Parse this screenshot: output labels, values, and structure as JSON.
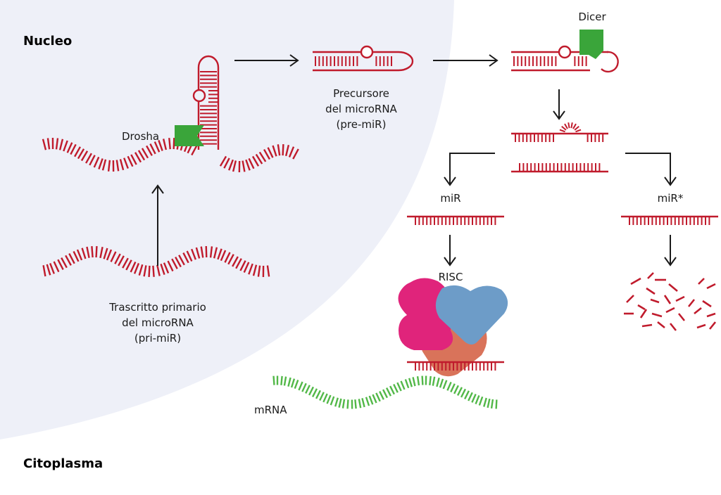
{
  "colors": {
    "nucleus_bg": "#eef0f8",
    "rna_red": "#c01b2c",
    "enzyme_green": "#3aa53a",
    "mrna_green": "#52b848",
    "risc_pink": "#e0247b",
    "risc_blue": "#6d9cc8",
    "risc_orange": "#d9735a",
    "heading_blue": "#2b4f80",
    "arrow": "#1a1a1a"
  },
  "regions": {
    "nucleus": "Nucleo",
    "cytoplasm": "Citoplasma"
  },
  "labels": {
    "drosha": "Drosha",
    "dicer": "Dicer",
    "pri_mir": [
      "Trascritto primario",
      "del microRNA",
      "(pri-miR)"
    ],
    "pre_mir": [
      "Precursore",
      "del microRNA",
      "(pre-miR)"
    ],
    "mir": "miR",
    "mir_star": "miR*",
    "risc": "RISC",
    "mrna": "mRNA"
  }
}
